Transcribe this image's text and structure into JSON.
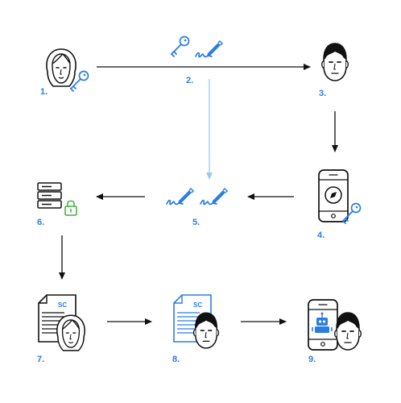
{
  "colors": {
    "ink": "#111111",
    "accent": "#2b7de0",
    "accent_light": "#9cc8f2",
    "lock": "#3fae3f",
    "bg": "#ffffff"
  },
  "nodes": [
    {
      "id": "n1",
      "label": "1.",
      "icons": [
        "woman-face-icon",
        "key-icon"
      ]
    },
    {
      "id": "n2",
      "label": "2.",
      "icons": [
        "key-icon",
        "signature-pen-icon"
      ]
    },
    {
      "id": "n3",
      "label": "3.",
      "icons": [
        "man-face-icon"
      ]
    },
    {
      "id": "n4",
      "label": "4.",
      "icons": [
        "smartphone-compass-icon",
        "key-icon"
      ]
    },
    {
      "id": "n5",
      "label": "5.",
      "icons": [
        "signature-pen-icon",
        "signature-pen-icon"
      ]
    },
    {
      "id": "n6",
      "label": "6.",
      "icons": [
        "server-lock-icon"
      ]
    },
    {
      "id": "n7",
      "label": "7.",
      "icons": [
        "smart-contract-document-icon",
        "woman-face-icon"
      ]
    },
    {
      "id": "n8",
      "label": "8.",
      "icons": [
        "smart-contract-document-icon",
        "man-face-icon"
      ]
    },
    {
      "id": "n9",
      "label": "9.",
      "icons": [
        "smartphone-robot-icon",
        "man-face-icon"
      ]
    }
  ],
  "document_tag": "SC",
  "edges": [
    {
      "from": "n1",
      "to": "n3",
      "style": "solid"
    },
    {
      "from": "n2",
      "to": "n5",
      "style": "light"
    },
    {
      "from": "n3",
      "to": "n4",
      "style": "solid"
    },
    {
      "from": "n4",
      "to": "n5",
      "style": "solid"
    },
    {
      "from": "n5",
      "to": "n6",
      "style": "solid"
    },
    {
      "from": "n6",
      "to": "n7",
      "style": "solid"
    },
    {
      "from": "n7",
      "to": "n8",
      "style": "solid"
    },
    {
      "from": "n8",
      "to": "n9",
      "style": "solid"
    }
  ]
}
